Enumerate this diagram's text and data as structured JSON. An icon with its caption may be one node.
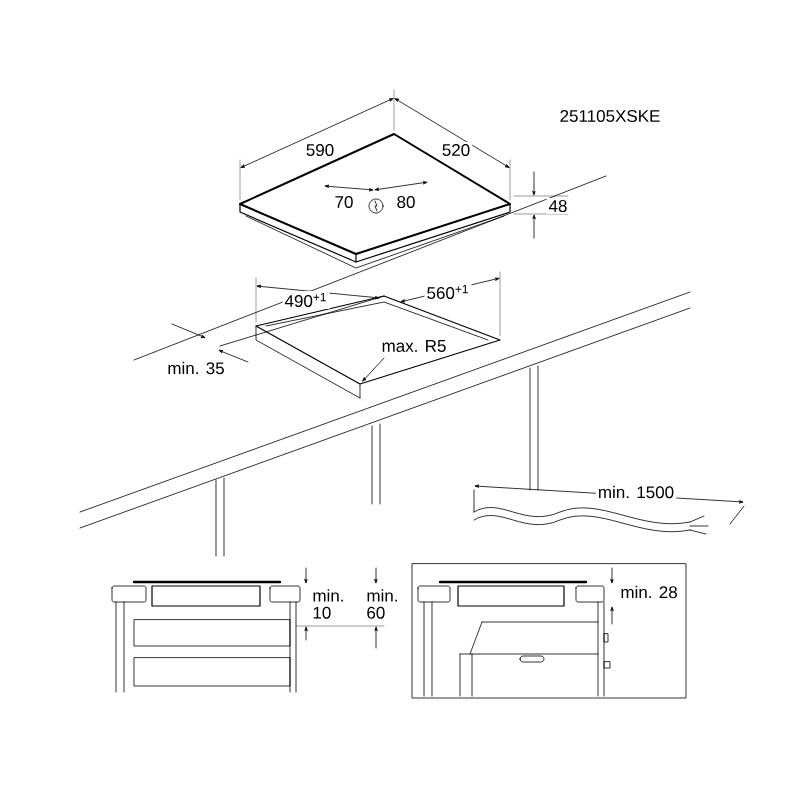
{
  "diagram": {
    "labels": [
      "251105XSKE",
      "590",
      "520",
      "70",
      "80",
      "48",
      "490$^{+1}$",
      "560$^{+1}$",
      "min. 35",
      "max. R5",
      "min. 1500",
      "min. 10",
      "min. 60",
      "min. 28"
    ]
  }
}
